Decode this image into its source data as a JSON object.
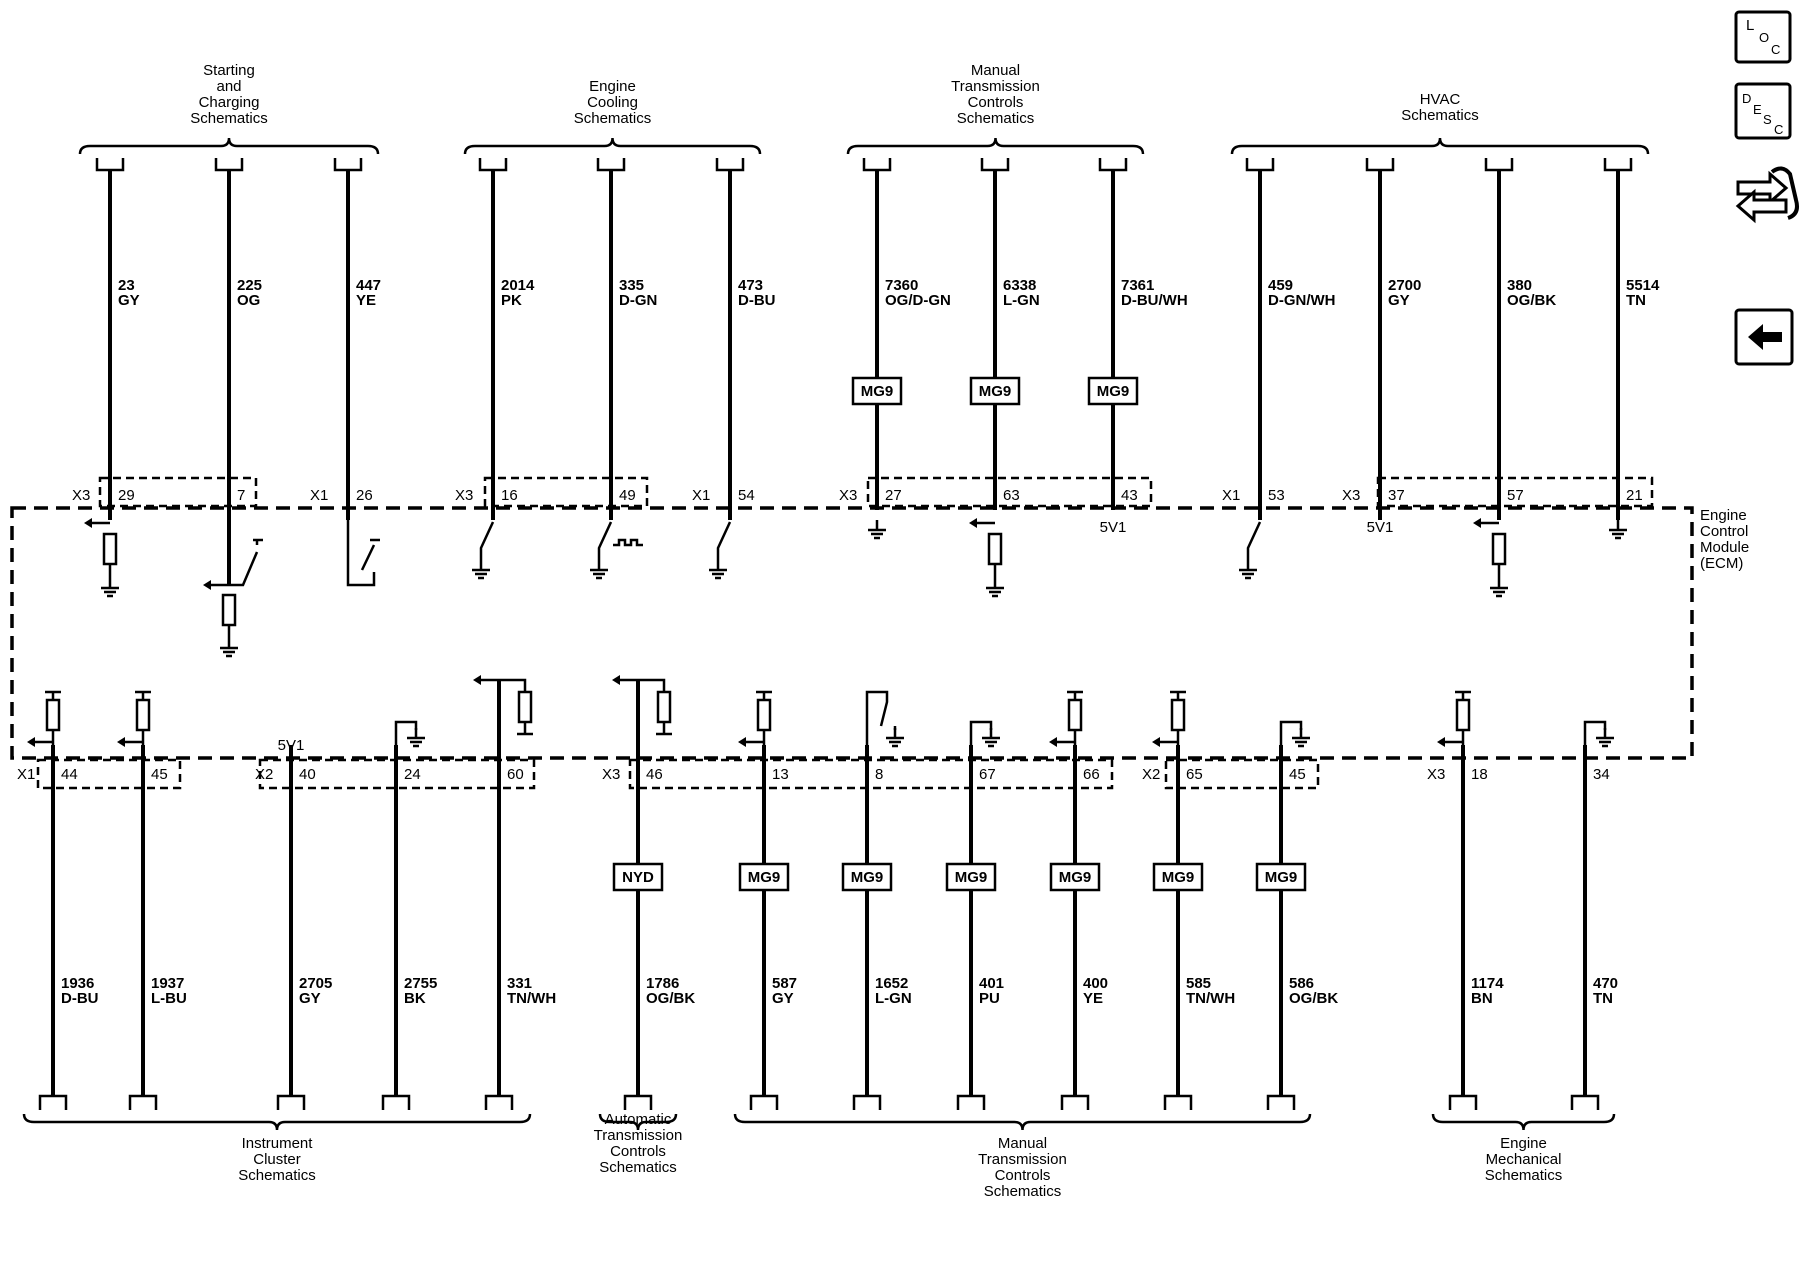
{
  "top_groups": [
    {
      "label": "Starting\nand\nCharging\nSchematics",
      "wires": [
        {
          "circuit": "23",
          "color": "GY",
          "conn": "X3",
          "pin": "29",
          "term": "res_arrow"
        },
        {
          "circuit": "225",
          "color": "OG",
          "conn": "",
          "pin": "7",
          "term": "sw_res"
        },
        {
          "circuit": "447",
          "color": "YE",
          "conn": "X1",
          "pin": "26",
          "term": "sw_loop"
        }
      ]
    },
    {
      "label": "Engine\nCooling\nSchematics",
      "wires": [
        {
          "circuit": "2014",
          "color": "PK",
          "conn": "X3",
          "pin": "16",
          "term": "sw_gnd"
        },
        {
          "circuit": "335",
          "color": "D-GN",
          "conn": "",
          "pin": "49",
          "term": "pwm_gnd"
        },
        {
          "circuit": "473",
          "color": "D-BU",
          "conn": "X1",
          "pin": "54",
          "term": "sw_gnd"
        }
      ]
    },
    {
      "label": "Manual\nTransmission\nControls\nSchematics",
      "wires": [
        {
          "circuit": "7360",
          "color": "OG/D-GN",
          "conn": "X3",
          "pin": "27",
          "term": "gnd",
          "splice": "MG9"
        },
        {
          "circuit": "6338",
          "color": "L-GN",
          "conn": "",
          "pin": "63",
          "term": "res_arrow",
          "splice": "MG9"
        },
        {
          "circuit": "7361",
          "color": "D-BU/WH",
          "conn": "",
          "pin": "43",
          "term": "ref",
          "ref": "5V1",
          "splice": "MG9"
        }
      ]
    },
    {
      "label": "HVAC\nSchematics",
      "wires": [
        {
          "circuit": "459",
          "color": "D-GN/WH",
          "conn": "X1",
          "pin": "53",
          "term": "sw_gnd"
        },
        {
          "circuit": "2700",
          "color": "GY",
          "conn": "X3",
          "pin": "37",
          "term": "ref",
          "ref": "5V1"
        },
        {
          "circuit": "380",
          "color": "OG/BK",
          "conn": "",
          "pin": "57",
          "term": "res_arrow"
        },
        {
          "circuit": "5514",
          "color": "TN",
          "conn": "",
          "pin": "21",
          "term": "gnd"
        }
      ]
    }
  ],
  "bottom_groups": [
    {
      "label": "Instrument\nCluster\nSchematics",
      "wires": [
        {
          "circuit": "1936",
          "color": "D-BU",
          "conn": "X1",
          "pin": "44",
          "term": "pullup_arrow"
        },
        {
          "circuit": "1937",
          "color": "L-BU",
          "conn": "",
          "pin": "45",
          "term": "pullup_arrow"
        },
        {
          "circuit": "2705",
          "color": "GY",
          "conn": "X2",
          "pin": "40",
          "term": "ref",
          "ref": "5V1"
        },
        {
          "circuit": "2755",
          "color": "BK",
          "conn": "",
          "pin": "24",
          "term": "hook_gnd"
        },
        {
          "circuit": "331",
          "color": "TN/WH",
          "conn": "",
          "pin": "60",
          "term": "arrow_pullup"
        }
      ]
    },
    {
      "label": "Automatic\nTransmission\nControls\nSchematics",
      "wires": [
        {
          "circuit": "1786",
          "color": "OG/BK",
          "conn": "X3",
          "pin": "46",
          "term": "arrow_pullup",
          "splice": "NYD"
        }
      ]
    },
    {
      "label": "Manual\nTransmission\nControls\nSchematics",
      "wires": [
        {
          "circuit": "587",
          "color": "GY",
          "conn": "",
          "pin": "13",
          "term": "pullup_arrow",
          "splice": "MG9"
        },
        {
          "circuit": "1652",
          "color": "L-GN",
          "conn": "",
          "pin": "8",
          "term": "sw_hook_gnd",
          "splice": "MG9"
        },
        {
          "circuit": "401",
          "color": "PU",
          "conn": "",
          "pin": "67",
          "term": "hook_gnd",
          "splice": "MG9"
        },
        {
          "circuit": "400",
          "color": "YE",
          "conn": "",
          "pin": "66",
          "term": "pullup_arrow",
          "splice": "MG9"
        },
        {
          "circuit": "585",
          "color": "TN/WH",
          "conn": "X2",
          "pin": "65",
          "term": "pullup_arrow",
          "splice": "MG9"
        },
        {
          "circuit": "586",
          "color": "OG/BK",
          "conn": "",
          "pin": "45",
          "term": "hook_gnd",
          "splice": "MG9"
        }
      ]
    },
    {
      "label": "Engine\nMechanical\nSchematics",
      "wires": [
        {
          "circuit": "1174",
          "color": "BN",
          "conn": "X3",
          "pin": "18",
          "term": "pullup_arrow"
        },
        {
          "circuit": "470",
          "color": "TN",
          "conn": "",
          "pin": "34",
          "term": "hook_gnd"
        }
      ]
    }
  ],
  "module": {
    "label": "Engine\nControl\nModule\n(ECM)"
  },
  "nav": {
    "loc": {
      "l1": "L",
      "l2": "O",
      "l3": "C"
    },
    "desc": {
      "l1": "D",
      "l2": "E",
      "l3": "S",
      "l4": "C"
    }
  }
}
